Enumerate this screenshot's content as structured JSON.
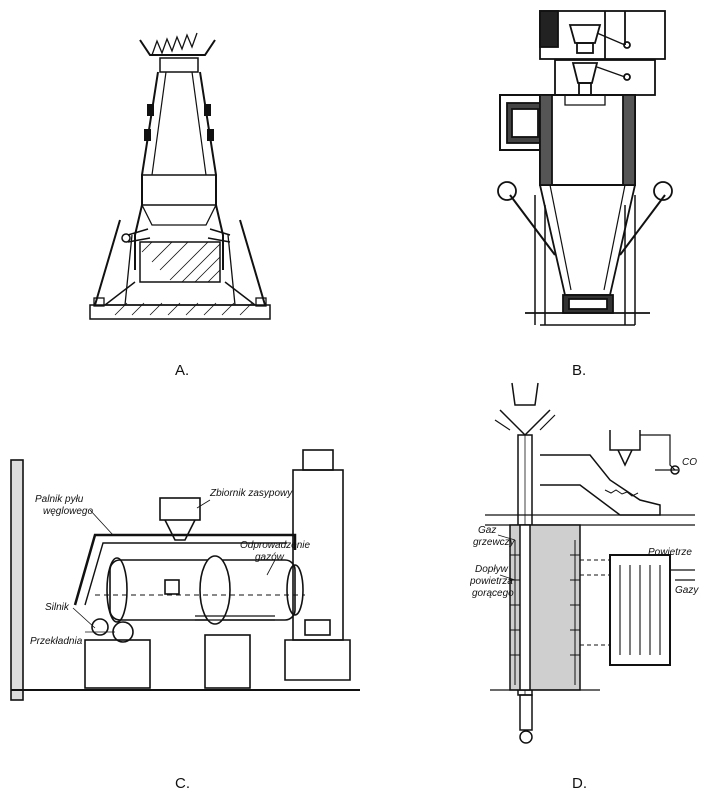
{
  "figures": [
    {
      "id": "A",
      "caption": "A."
    },
    {
      "id": "B",
      "caption": "B."
    },
    {
      "id": "C",
      "caption": "C.",
      "labels": {
        "burner": [
          "Palnik pyłu",
          "węglowego"
        ],
        "hopper": "Zbiornik zasypowy",
        "exhaust": [
          "Odprowadzenie",
          "gazów"
        ],
        "motor": "Silnik",
        "gear": "Przekładnia"
      }
    },
    {
      "id": "D",
      "caption": "D.",
      "labels": {
        "co": "CO",
        "heating_gas": [
          "Gaz",
          "grzewczy"
        ],
        "air_supply": [
          "Dopływ",
          "powietrza",
          "gorącego"
        ],
        "air": "Powietrze",
        "gases": "Gazy"
      }
    }
  ]
}
